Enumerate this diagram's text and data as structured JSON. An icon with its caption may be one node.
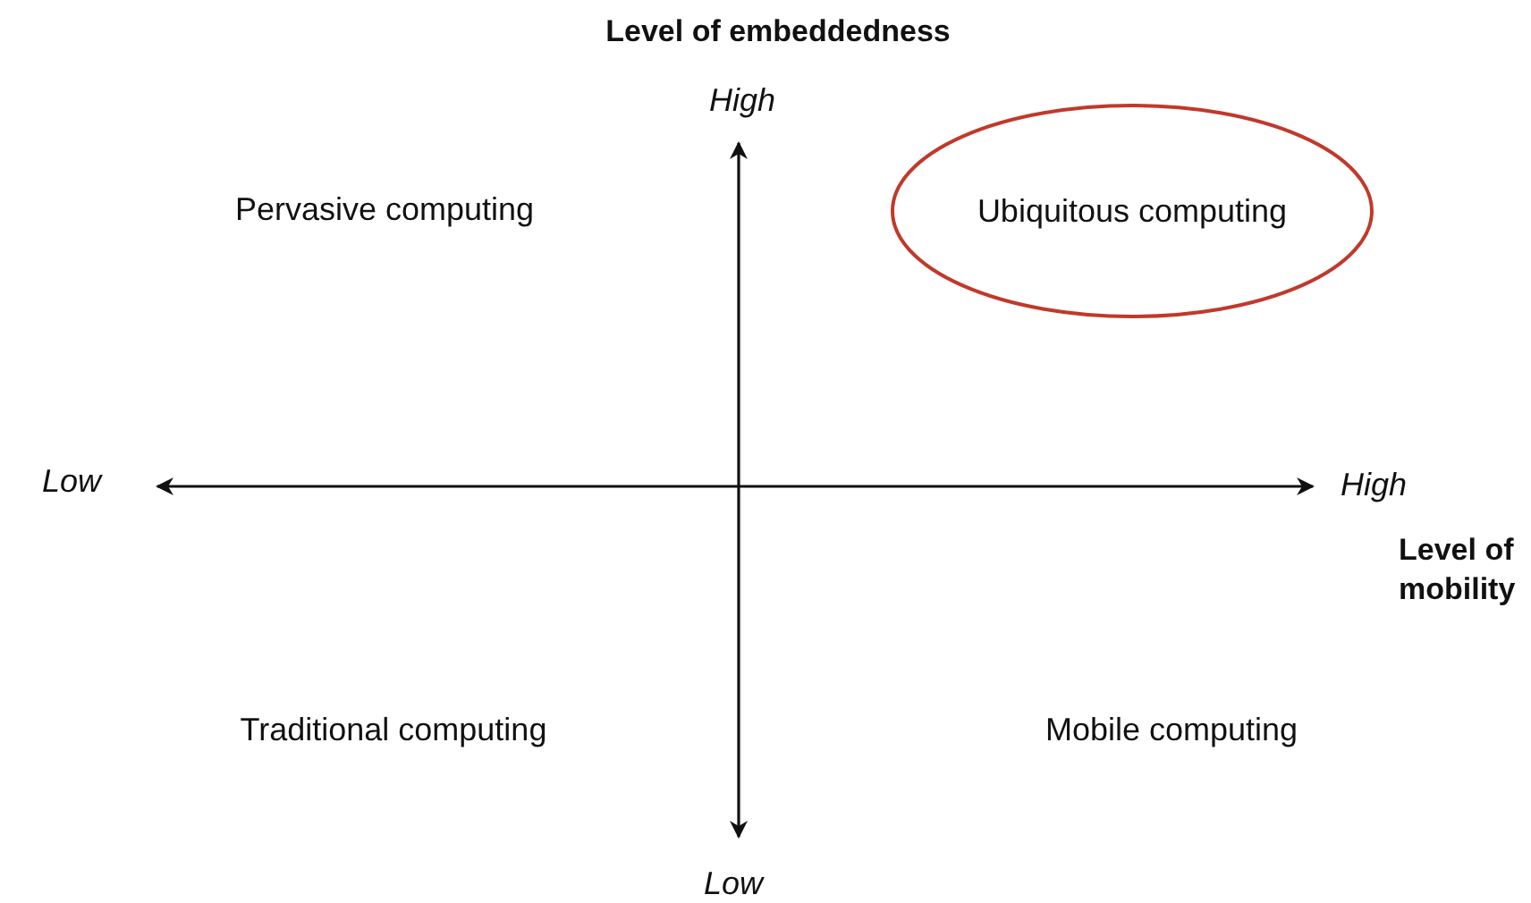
{
  "diagram": {
    "title": "Level of embeddedness",
    "nodes": [
      {
        "text": [
          "Ubiquitous computing"
        ]
      }
    ],
    "labels": [
      "High",
      "Pervasive computing",
      "Low",
      "High",
      "Level of mobility",
      "Traditional computing",
      "Mobile computing",
      "Low"
    ]
  }
}
